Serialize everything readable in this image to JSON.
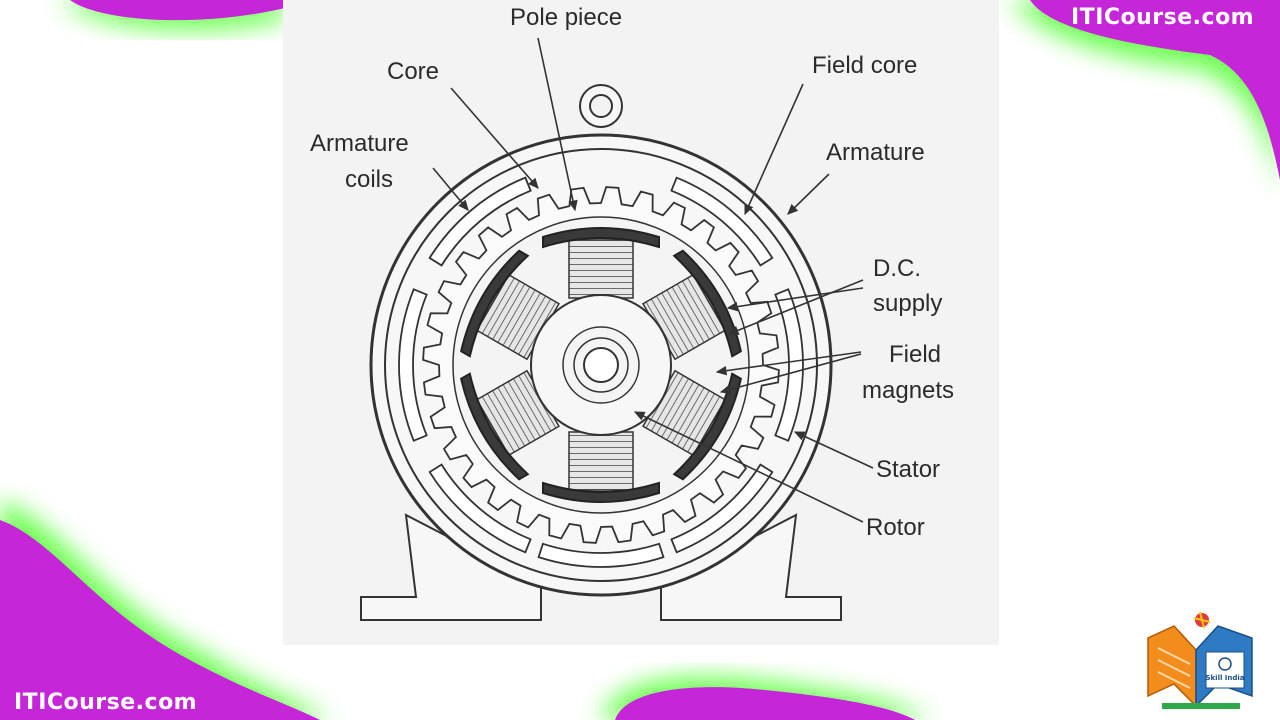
{
  "brand": {
    "watermark_top": "ITICourse.com",
    "watermark_bottom": "ITICourse.com",
    "logo_text": "Skill India"
  },
  "colors": {
    "magenta": "#c526d8",
    "green": "#4cff2a",
    "panel": "#f3f3f3",
    "ink": "#2b2b2b"
  },
  "labels": {
    "pole_piece": "Pole piece",
    "core": "Core",
    "field_core": "Field core",
    "armature_coils_l1": "Armature",
    "armature_coils_l2": "coils",
    "armature": "Armature",
    "dc_supply_l1": "D.C.",
    "dc_supply_l2": "supply",
    "field_magnets_l1": "Field",
    "field_magnets_l2": "magnets",
    "stator": "Stator",
    "rotor": "Rotor"
  }
}
